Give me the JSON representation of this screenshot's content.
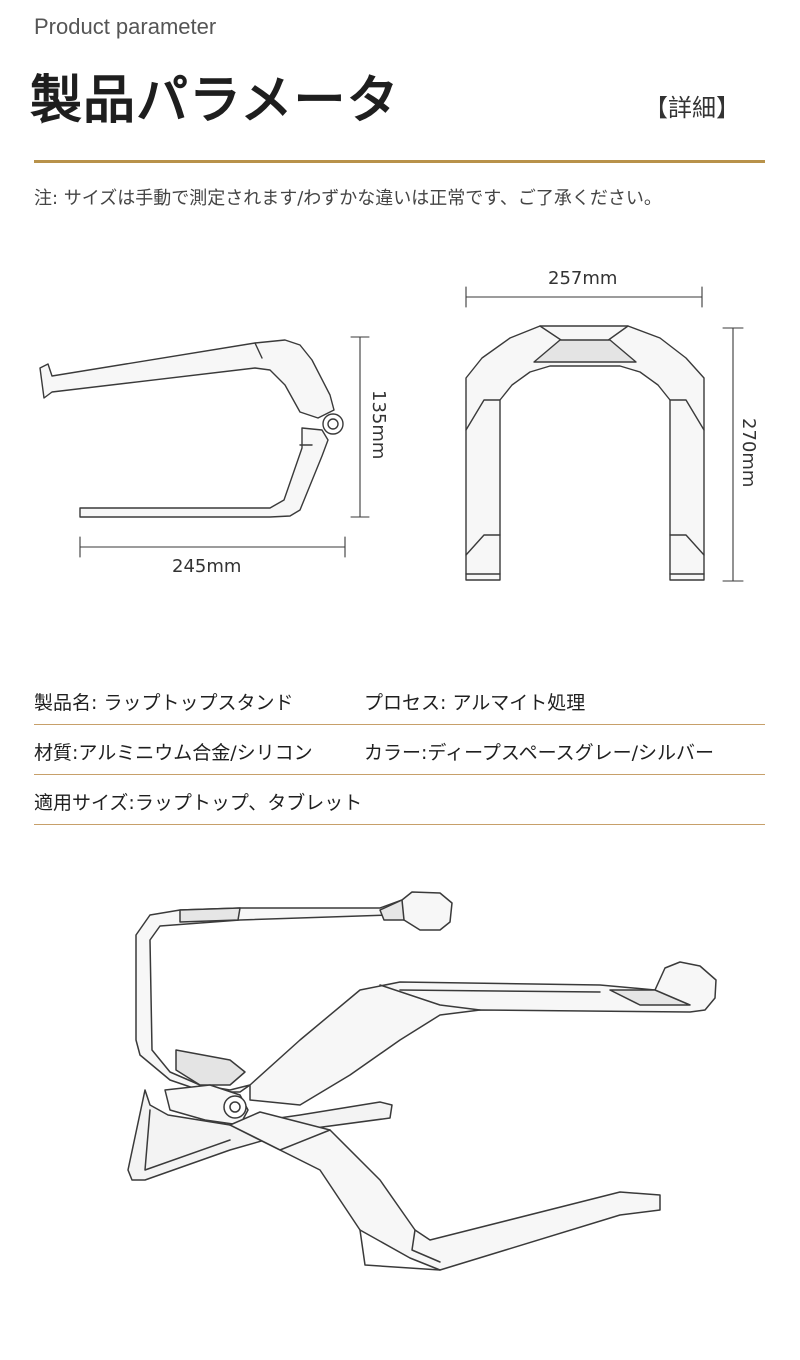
{
  "header": {
    "subtitle": "Product parameter",
    "title": "製品パラメータ",
    "detail_tag": "【詳細】"
  },
  "note": "注: サイズは手動で測定されます/わずかな違いは正常です、ご了承ください。",
  "dimensions": {
    "side_height": "135mm",
    "side_width": "245mm",
    "front_width": "257mm",
    "front_height": "270mm"
  },
  "specs": {
    "row1_left": "製品名: ラップトップスタンド",
    "row1_right": "プロセス: アルマイト処理",
    "row2_left": "材質:アルミニウム合金/シリコン",
    "row2_right": "カラー:ディープスペースグレー/シルバー",
    "row3": "適用サイズ:ラップトップ、タブレット"
  },
  "colors": {
    "accent_gold": "#b8924a",
    "spec_divider": "#c7a06a",
    "line_art": "#3a3a3a"
  }
}
